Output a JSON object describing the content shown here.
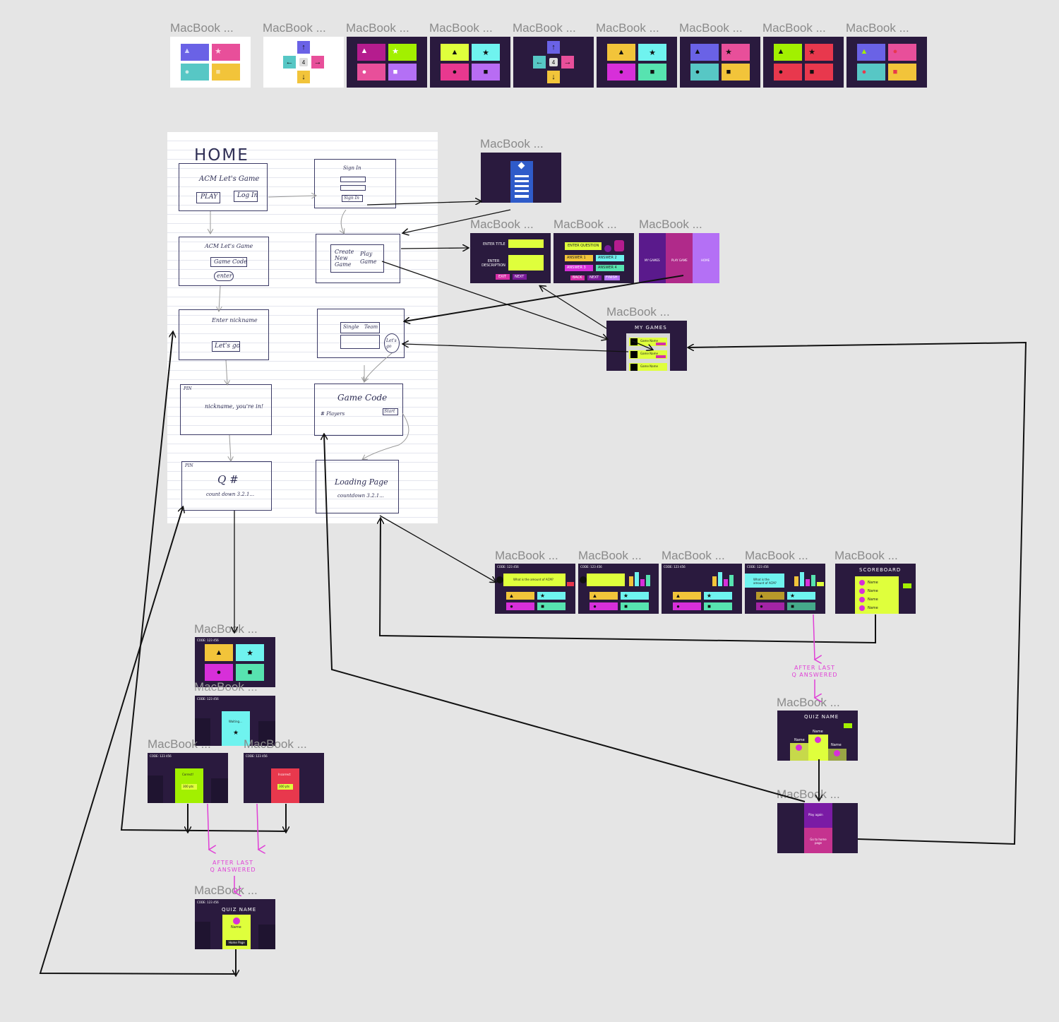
{
  "frame_label": "MacBook ...",
  "sketch": {
    "home_title": "HOME",
    "s1_title": "ACM Let's Game",
    "s1_play": "PLAY",
    "s1_login": "Log In",
    "s2_title": "ACM Let's Game",
    "s2_code": "Game Code",
    "s2_enter": "enter",
    "s3_title": "Enter nickname",
    "s3_btn": "Let's go",
    "s4_pin": "PIN",
    "s4_text": "nickname, you're in!",
    "s5_pin": "PIN",
    "s5_q": "Q #",
    "s5_count": "count down 3.2.1...",
    "r1_signin": "Sign In",
    "r1_btn": "Sign In",
    "r2_create": "Create New Game",
    "r2_play": "Play Game",
    "r3_single": "Single",
    "r3_team": "Team",
    "r3_go": "Let's go",
    "r4_title": "Game Code",
    "r4_players": "# Players",
    "r4_start": "Start",
    "r5_title": "Loading Page",
    "r5_count": "countdown 3.2.1..."
  },
  "screens": {
    "enter_title": "ENTER TITLE",
    "enter_description": "ENTER DESCRIPTION",
    "exit": "EXIT",
    "next": "NEXT",
    "enter_question": "ENTER QUESTION",
    "answer1": "ANSWER 1",
    "answer2": "ANSWER 2",
    "answer3": "ANSWER 3",
    "answer4": "ANSWER 4",
    "back": "BACK",
    "finish": "FINISH",
    "my_games_tab": "MY GAMES",
    "play_game_tab": "PLAY GAME",
    "home_tab": "HOME",
    "my_games": "MY GAMES",
    "game_name": "Game Name",
    "scoreboard": "SCOREBOARD",
    "name": "Name",
    "quiz_name": "QUIZ NAME",
    "code": "CODE: 123 456",
    "question_text": "What is the amount of ACM?",
    "waiting": "Waiting...",
    "correct": "Correct!",
    "incorrect": "Incorrect",
    "pts_correct": "300 pts",
    "pts_incorrect": "300 pts",
    "home_page": "Home Page",
    "play_again": "Play again",
    "go_home": "Go to home page"
  },
  "annotations": {
    "after_last_line1": "AFTER LAST",
    "after_last_line2": "Q ANSWERED"
  },
  "colors": {
    "canvas": "#e5e5e5",
    "frame_dark": "#2a1a3e",
    "purple": "#6a62e6",
    "pink": "#e84f9a",
    "teal": "#57c7c5",
    "yellow": "#f2c43a",
    "lime": "#dfff3c",
    "cyan": "#6ff3ef",
    "magenta": "#d72fd9",
    "mint": "#57e3b0",
    "red": "#e8384d",
    "green": "#a2f000",
    "arrow_magenta": "#e03fd6"
  }
}
